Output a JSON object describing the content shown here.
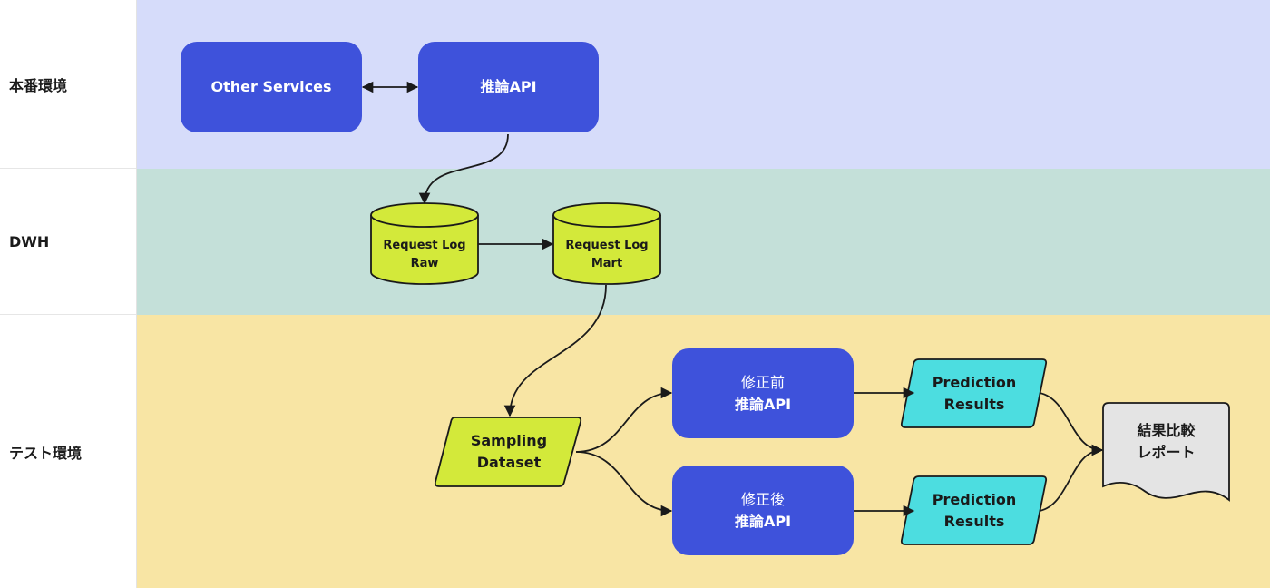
{
  "lanes": [
    {
      "label": "本番環境",
      "color": "#d6dcfa"
    },
    {
      "label": "DWH",
      "color": "#c4e0d9"
    },
    {
      "label": "テスト環境",
      "color": "#f8e5a4"
    }
  ],
  "nodes": {
    "other_services": {
      "label": "Other Services"
    },
    "api_prod": {
      "label": "推論API"
    },
    "log_raw": {
      "line1": "Request Log",
      "line2": "Raw"
    },
    "log_mart": {
      "line1": "Request Log",
      "line2": "Mart"
    },
    "sampling": {
      "line1": "Sampling",
      "line2": "Dataset"
    },
    "api_before": {
      "line1": "修正前",
      "line2": "推論API"
    },
    "api_after": {
      "line1": "修正後",
      "line2": "推論API"
    },
    "pred_before": {
      "line1": "Prediction",
      "line2": "Results"
    },
    "pred_after": {
      "line1": "Prediction",
      "line2": "Results"
    },
    "report": {
      "line1": "結果比較",
      "line2": "レポート"
    }
  },
  "colors": {
    "api": "#3e52db",
    "datastore": "#d3e93a",
    "prediction": "#4cdde0",
    "report": "#e4e4e4",
    "stroke": "#1a1a1a"
  }
}
